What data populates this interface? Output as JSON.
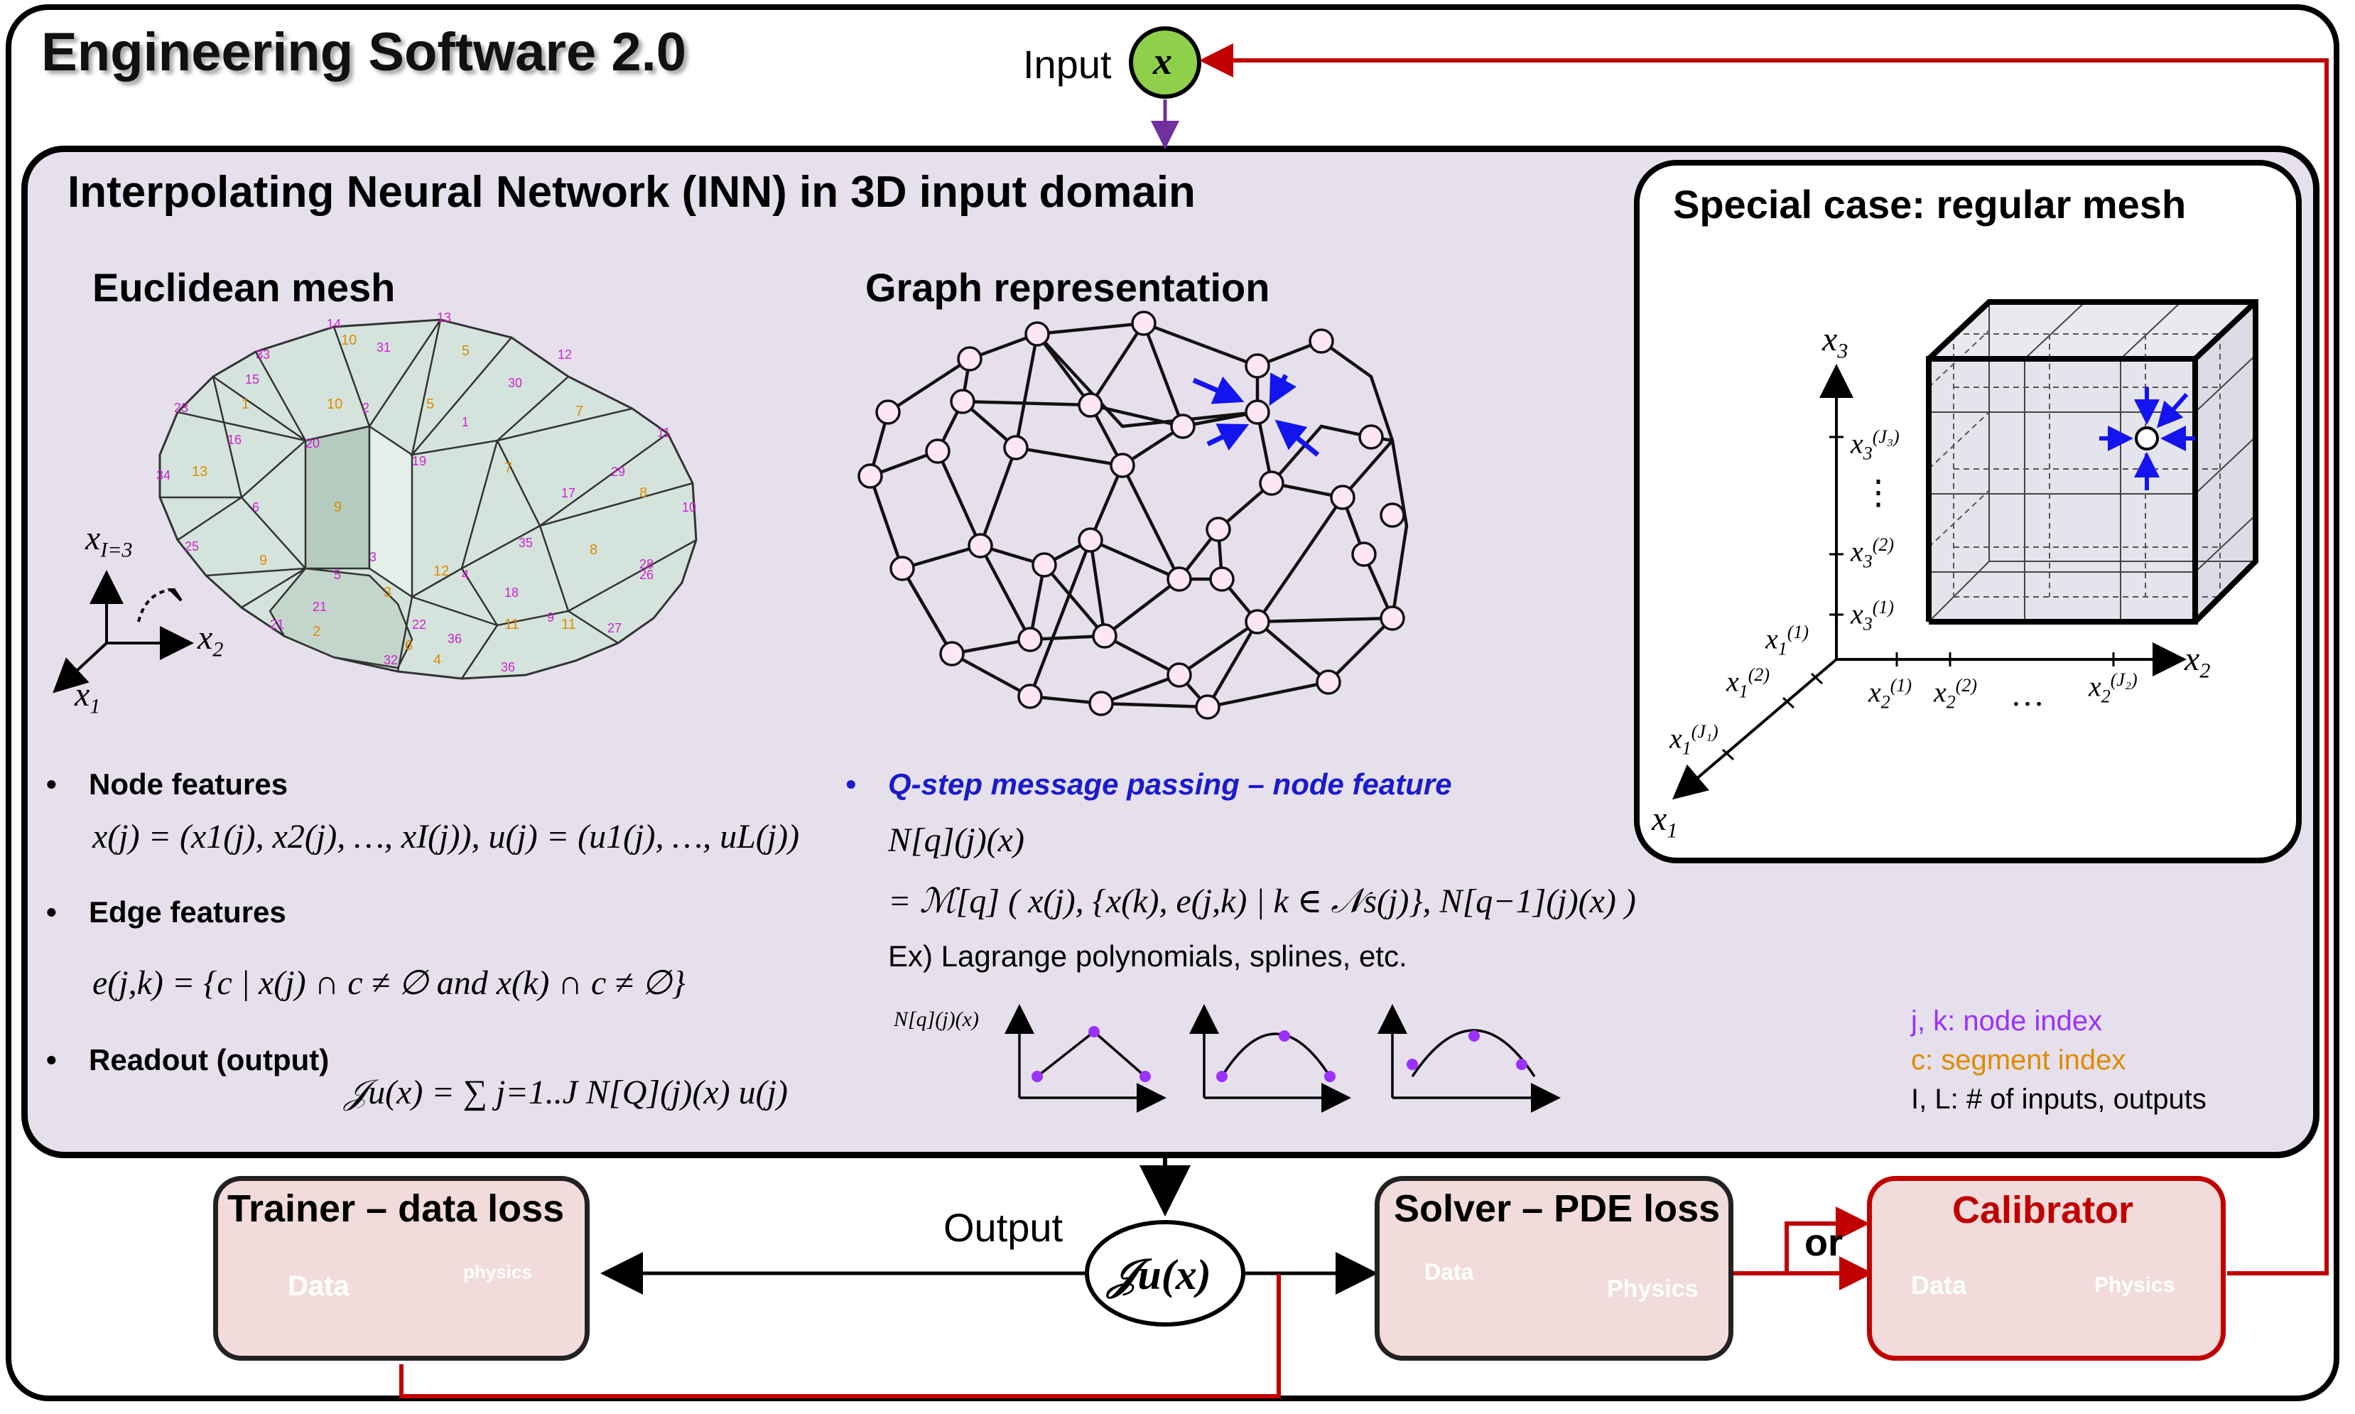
{
  "app_title": "Engineering Software 2.0",
  "input": {
    "label": "Input",
    "symbol": "x"
  },
  "inn": {
    "title": "Interpolating Neural Network (INN) in 3D input domain"
  },
  "euclidean": {
    "title": "Euclidean mesh",
    "axis_x1": "x",
    "axis_x1_sub": "1",
    "axis_x2": "x",
    "axis_x2_sub": "2",
    "axis_x3": "x",
    "axis_x3_sub": "I=3"
  },
  "graph": {
    "title": "Graph representation"
  },
  "special": {
    "title": "Special case: regular mesh",
    "ax_x1": "x",
    "ax_x2": "x",
    "ax_x3": "x",
    "ax_sub1": "1",
    "ax_sub2": "2",
    "ax_sub3": "3",
    "dots": "…",
    "vdots": "⋮"
  },
  "features": {
    "node_label": "Node features",
    "node_formula": "x(j) = (x1(j), x2(j), …, xI(j)), u(j) = (u1(j), …, uL(j))",
    "edge_label": "Edge features",
    "edge_formula": "e(j,k) = {c | x(j) ∩ c ≠ ∅ and x(k) ∩ c ≠ ∅}",
    "readout_label": "Readout (output)",
    "readout_formula": "𝒥u(x) = ∑ j=1..J  N[Q](j)(x) u(j)"
  },
  "message": {
    "label": "Q-step message passing – node feature",
    "line1": "N[q](j)(x)",
    "line2": "= ℳ[q] ( x(j), {x(k), e(j,k) | k ∈ 𝒩s(j)}, N[q−1](j)(x) )",
    "line3": "Ex) Lagrange polynomials, splines, etc.",
    "plot_label": "N[q](j)(x)"
  },
  "legend": {
    "jk": "j, k: node index",
    "c": "c: segment index",
    "il": "I, L: # of inputs, outputs"
  },
  "bottom": {
    "output_label": "Output",
    "output_symbol": "𝒥u(x)",
    "trainer_title": "Trainer – data loss",
    "solver_title": "Solver – PDE loss",
    "calibrator_title": "Calibrator",
    "or_label": "or",
    "data_label": "Data",
    "physics_label": "physics",
    "physics_label_cap": "Physics"
  },
  "colors": {
    "accent_red": "#c00000",
    "purple": "#7030a0",
    "node_index": "#9b30ff",
    "segment_index": "#e08a00",
    "blue": "#1a1acc",
    "physics_green": "#71943a",
    "panel_bg": "#e5e0ec",
    "box_bg": "#f1dcdb",
    "mesh_fill": "#d4e4dc"
  },
  "icons": [
    "circle-x-icon",
    "arrow-icon",
    "balance-scale-icon",
    "cube-icon",
    "graph-icon",
    "mesh-icon"
  ]
}
